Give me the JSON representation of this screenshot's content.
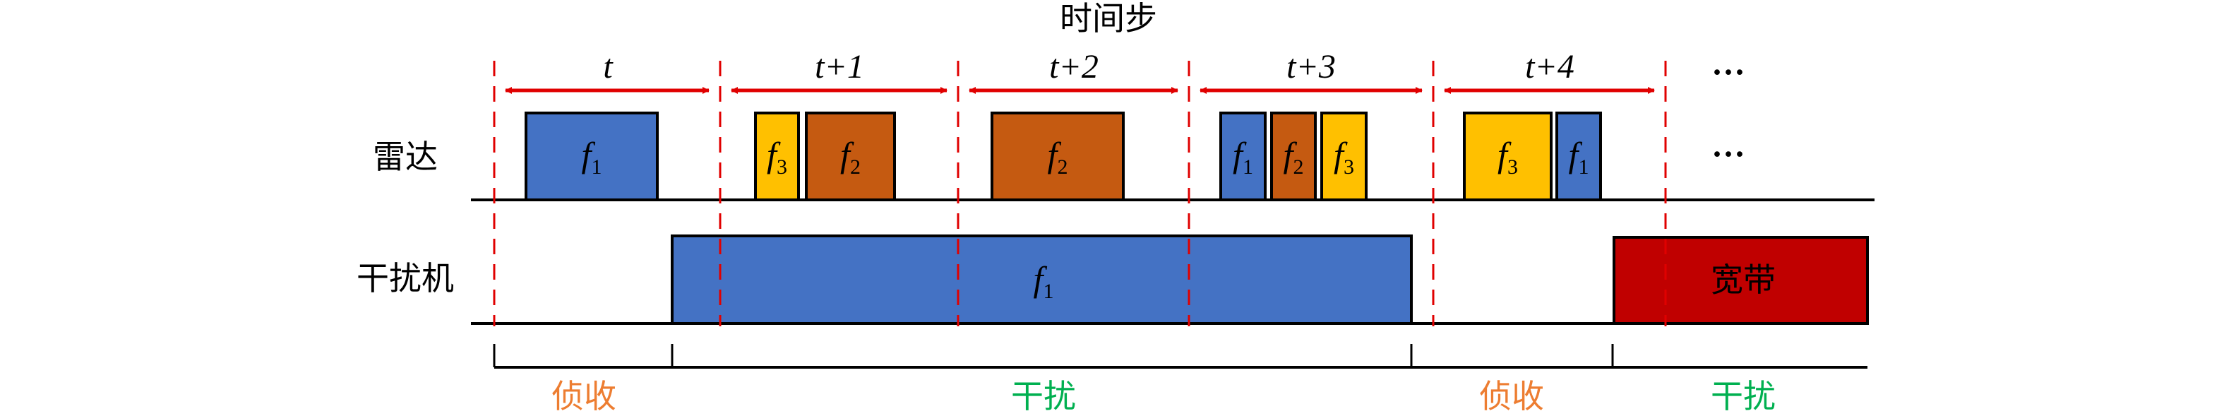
{
  "title": "时间步",
  "rows": {
    "radar": "雷达",
    "jammer": "干扰机"
  },
  "steps": [
    "t",
    "t+1",
    "t+2",
    "t+3",
    "t+4"
  ],
  "ellipsis": "···",
  "radar_pulses": [
    {
      "var": "f",
      "sub": "1",
      "color": "#4472C4"
    },
    {
      "var": "f",
      "sub": "3",
      "color": "#FFC000"
    },
    {
      "var": "f",
      "sub": "2",
      "color": "#C55A11"
    },
    {
      "var": "f",
      "sub": "2",
      "color": "#C55A11"
    },
    {
      "var": "f",
      "sub": "1",
      "color": "#4472C4"
    },
    {
      "var": "f",
      "sub": "2",
      "color": "#C55A11"
    },
    {
      "var": "f",
      "sub": "3",
      "color": "#FFC000"
    },
    {
      "var": "f",
      "sub": "3",
      "color": "#FFC000"
    },
    {
      "var": "f",
      "sub": "1",
      "color": "#4472C4"
    }
  ],
  "jammer_blocks": [
    {
      "var": "f",
      "sub": "1",
      "color": "#4472C4"
    },
    {
      "label": "宽带",
      "color": "#C00000"
    }
  ],
  "phases": [
    {
      "label": "侦收",
      "color": "#ED7D31"
    },
    {
      "label": "干扰",
      "color": "#00B050"
    },
    {
      "label": "侦收",
      "color": "#ED7D31"
    },
    {
      "label": "干扰",
      "color": "#00B050"
    }
  ],
  "colors": {
    "arrow": "#E00000",
    "dashed": "#E00000"
  }
}
